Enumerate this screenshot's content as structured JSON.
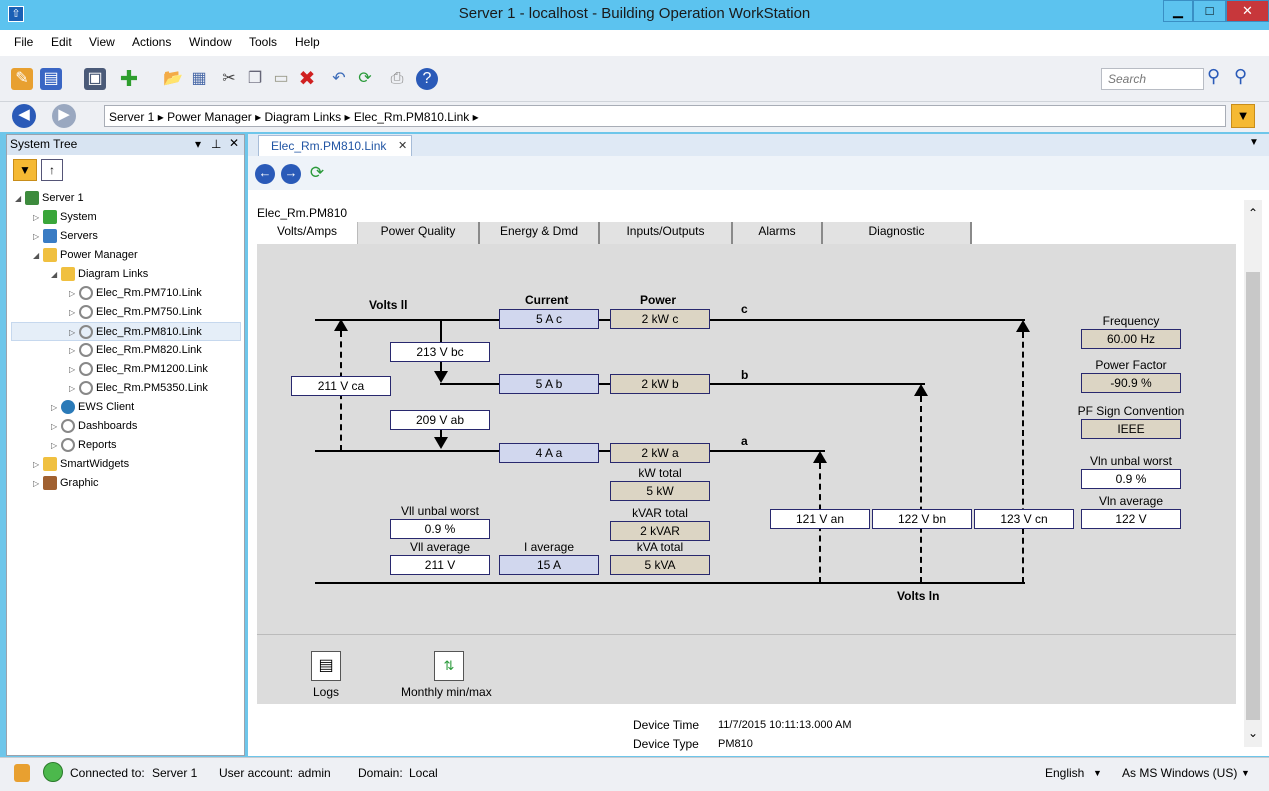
{
  "window": {
    "title": "Server 1 - localhost - Building Operation WorkStation",
    "minimize": "▁",
    "maximize": "□",
    "close": "✕"
  },
  "menu": [
    "File",
    "Edit",
    "View",
    "Actions",
    "Window",
    "Tools",
    "Help"
  ],
  "search": {
    "placeholder": "Search"
  },
  "breadcrumb": [
    "Server 1",
    "Power Manager",
    "Diagram Links",
    "Elec_Rm.PM810.Link"
  ],
  "tree": {
    "title": "System Tree",
    "items": [
      {
        "label": "Server 1",
        "color": "#3d8b3d"
      },
      {
        "label": "System",
        "color": "#3aa63a"
      },
      {
        "label": "Servers",
        "color": "#3a7cc4"
      },
      {
        "label": "Power Manager",
        "color": "#f0c040"
      },
      {
        "label": "Diagram Links",
        "color": "#f0c040"
      },
      {
        "label": "Elec_Rm.PM710.Link",
        "color": "#888"
      },
      {
        "label": "Elec_Rm.PM750.Link",
        "color": "#888"
      },
      {
        "label": "Elec_Rm.PM810.Link",
        "color": "#888"
      },
      {
        "label": "Elec_Rm.PM820.Link",
        "color": "#888"
      },
      {
        "label": "Elec_Rm.PM1200.Link",
        "color": "#888"
      },
      {
        "label": "Elec_Rm.PM5350.Link",
        "color": "#888"
      },
      {
        "label": "EWS Client",
        "color": "#2a7ab8"
      },
      {
        "label": "Dashboards",
        "color": "#888"
      },
      {
        "label": "Reports",
        "color": "#888"
      },
      {
        "label": "SmartWidgets",
        "color": "#f0c040"
      },
      {
        "label": "Graphic",
        "color": "#a06030"
      }
    ]
  },
  "doc": {
    "tab": "Elec_Rm.PM810.Link",
    "device": "Elec_Rm.PM810"
  },
  "tabs": [
    "Volts/Amps",
    "Power Quality",
    "Energy & Dmd",
    "Inputs/Outputs",
    "Alarms",
    "Diagnostic"
  ],
  "diagram": {
    "volts_ll_label": "Volts ll",
    "current_label": "Current",
    "power_label": "Power",
    "phase_c": "c",
    "phase_b": "b",
    "phase_a": "a",
    "current_c": "5 A c",
    "current_b": "5 A b",
    "current_a": "4 A a",
    "power_c": "2 kW c",
    "power_b": "2 kW b",
    "power_a": "2 kW a",
    "v_bc": "213 V bc",
    "v_ca": "211 V ca",
    "v_ab": "209 V ab",
    "kw_total_label": "kW total",
    "kw_total": "5 kW",
    "kvar_total_label": "kVAR total",
    "kvar_total": "2 kVAR",
    "kva_total_label": "kVA total",
    "kva_total": "5 kVA",
    "vll_unbal_label": "Vll unbal worst",
    "vll_unbal": "0.9 %",
    "vll_avg_label": "Vll average",
    "vll_avg": "211 V",
    "i_avg_label": "I average",
    "i_avg": "15 A",
    "v_an": "121 V an",
    "v_bn": "122 V bn",
    "v_cn": "123 V cn",
    "volts_ln_label": "Volts ln",
    "freq_label": "Frequency",
    "freq": "60.00 Hz",
    "pf_label": "Power Factor",
    "pf": "-90.9 %",
    "pfsign_label": "PF Sign Convention",
    "pfsign": "IEEE",
    "vln_unbal_label": "Vln unbal worst",
    "vln_unbal": "0.9 %",
    "vln_avg_label": "Vln average",
    "vln_avg": "122 V"
  },
  "actions": {
    "logs": "Logs",
    "monthly": "Monthly min/max"
  },
  "device_info": {
    "time_label": "Device Time",
    "time": "11/7/2015 10:11:13.000 AM",
    "type_label": "Device Type",
    "type": "PM810"
  },
  "status": {
    "connected_label": "Connected to:",
    "connected": "Server 1",
    "account_label": "User account:",
    "account": "admin",
    "domain_label": "Domain:",
    "domain": "Local",
    "language": "English",
    "locale": "As MS Windows (US)"
  }
}
